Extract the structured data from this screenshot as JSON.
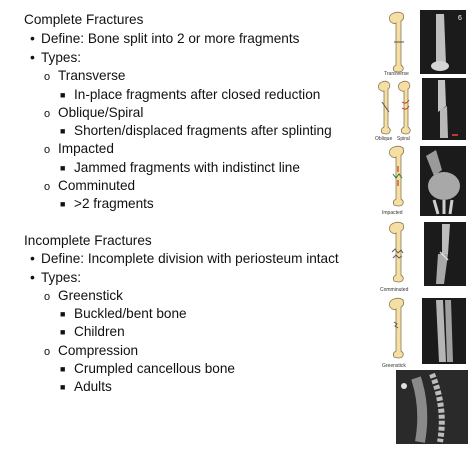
{
  "complete": {
    "heading": "Complete Fractures",
    "define_marker": "•",
    "define": "Define: Bone split into 2 or more fragments",
    "types_marker": "•",
    "types": "Types:",
    "items": [
      {
        "marker": "o",
        "label": "Transverse",
        "sub": [
          {
            "marker": "■",
            "text": "In-place fragments after closed reduction"
          }
        ]
      },
      {
        "marker": "o",
        "label": "Oblique/Spiral",
        "sub": [
          {
            "marker": "■",
            "text": "Shorten/displaced fragments after splinting"
          }
        ]
      },
      {
        "marker": "o",
        "label": "Impacted",
        "sub": [
          {
            "marker": "■",
            "text": "Jammed fragments with indistinct line"
          }
        ]
      },
      {
        "marker": "o",
        "label": "Comminuted",
        "sub": [
          {
            "marker": "■",
            "text": ">2 fragments"
          }
        ]
      }
    ]
  },
  "incomplete": {
    "heading": "Incomplete Fractures",
    "define_marker": "•",
    "define": "Define: Incomplete division with periosteum intact",
    "types_marker": "•",
    "types": "Types:",
    "items": [
      {
        "marker": "o",
        "label": "Greenstick",
        "sub": [
          {
            "marker": "■",
            "text": "Buckled/bent bone"
          },
          {
            "marker": "■",
            "text": "Children"
          }
        ]
      },
      {
        "marker": "o",
        "label": "Compression",
        "sub": [
          {
            "marker": "■",
            "text": "Crumpled cancellous bone"
          },
          {
            "marker": "■",
            "text": "Adults"
          }
        ]
      }
    ]
  },
  "captions": {
    "transverse": "Transverse",
    "oblique": "Oblique",
    "spiral": "Spiral",
    "impacted": "Impacted",
    "comminuted": "Comminuted",
    "greenstick": "Greenstick",
    "xray_label": "6"
  },
  "colors": {
    "bone": "#f6dfa5",
    "bone_outline": "#8a7a50",
    "fracture": "#c0392b",
    "xray_bg": "#1b1b1b"
  }
}
